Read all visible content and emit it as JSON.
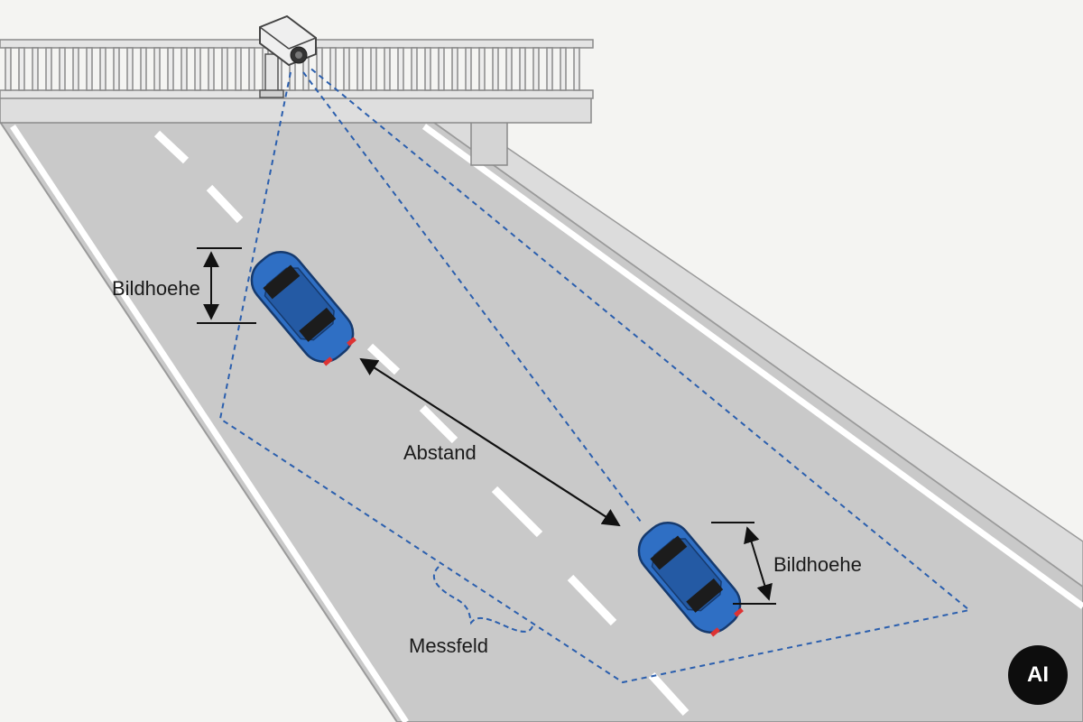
{
  "labels": {
    "image_height_left": "Bildhoehe",
    "image_height_right": "Bildhoehe",
    "distance": "Abstand",
    "measuring_field": "Messfeld"
  },
  "badge": "AI",
  "colors": {
    "background": "#f4f4f2",
    "road": "#c9c9c9",
    "lane_marking": "#ffffff",
    "bridge": "#d8d8d8",
    "car_body": "#2f6fc4",
    "camera_field_dashes": "#2b5fae",
    "annotation": "#111111"
  },
  "icons": [
    "camera-icon",
    "car-icon"
  ]
}
